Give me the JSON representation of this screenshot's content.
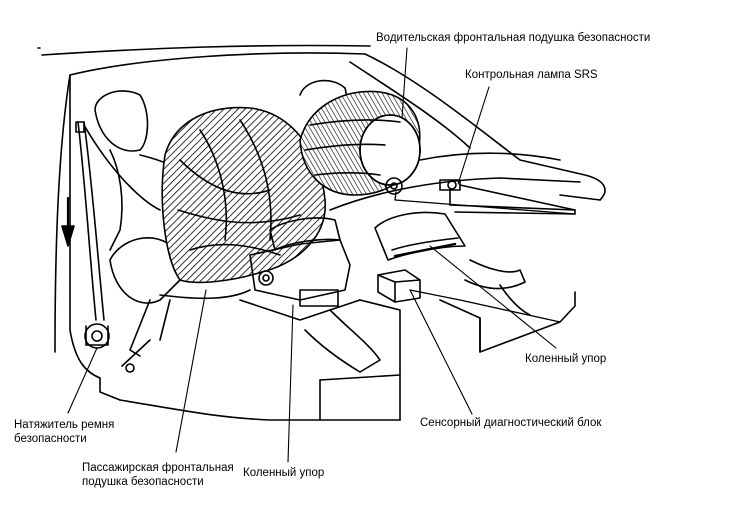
{
  "colors": {
    "line": "#000000",
    "background": "#ffffff"
  },
  "labels": {
    "driver_airbag": "Водительская фронтальная подушка безопасности",
    "srs_lamp": "Контрольная лампа SRS",
    "knee_bolster_right": "Коленный упор",
    "sensor_unit": "Сенсорный диагностический блок",
    "knee_bolster_bottom": "Коленный упор",
    "belt_tensioner": [
      "Натяжитель ремня",
      "безопасности"
    ],
    "passenger_airbag": [
      "Пассажирская фронтальная",
      "подушка безопасности"
    ]
  }
}
